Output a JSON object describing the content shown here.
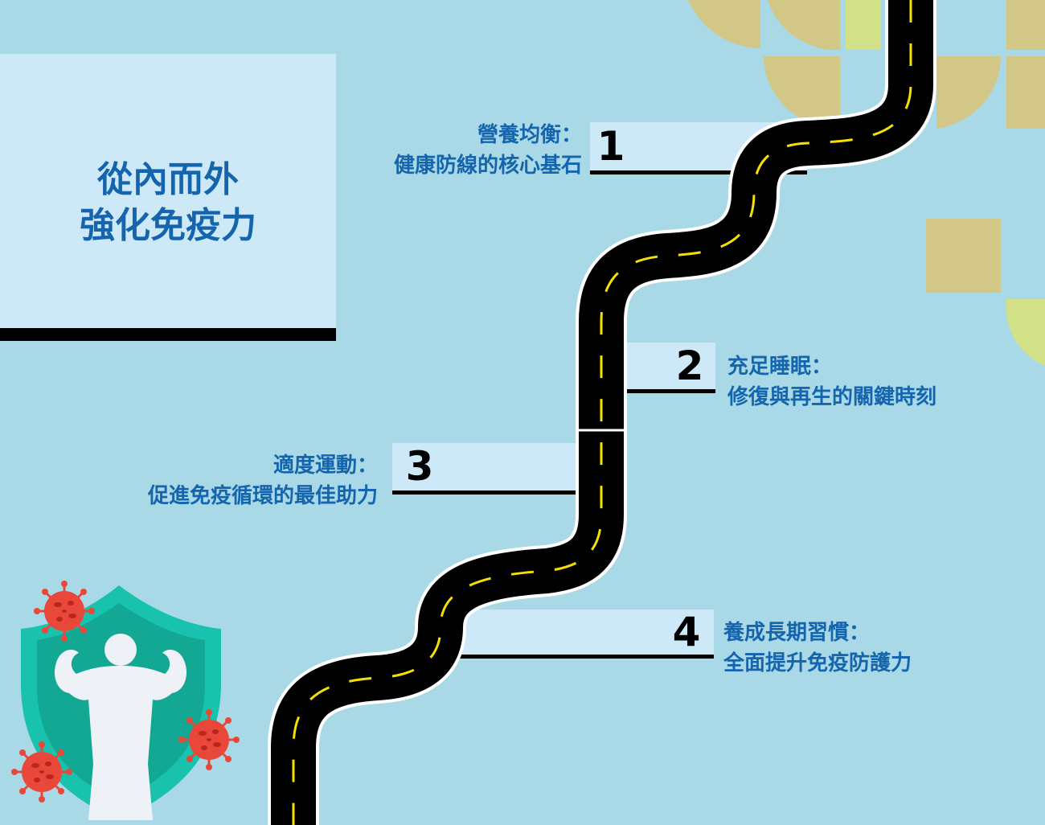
{
  "title": {
    "line1": "從內而外",
    "line2": "強化免疫力"
  },
  "steps": [
    {
      "number": "1",
      "heading": "營養均衡：",
      "subtitle": "健康防線的核心基石"
    },
    {
      "number": "2",
      "heading": "充足睡眠：",
      "subtitle": "修復與再生的關鍵時刻"
    },
    {
      "number": "3",
      "heading": "適度運動：",
      "subtitle": "促進免疫循環的最佳助力"
    },
    {
      "number": "4",
      "heading": "養成長期習慣：",
      "subtitle": "全面提升免疫防護力"
    }
  ],
  "colors": {
    "background": "#a9d9e6",
    "title_text": "#1565ae",
    "label_box": "#cde8f7",
    "road": "#000000",
    "road_dash": "#f5e000",
    "shield": "#19c2ad",
    "virus": "#e8473a",
    "deco_tan": "#d3c788",
    "deco_green": "#d2e088"
  },
  "icons": [
    "shield-icon",
    "strong-person-icon",
    "virus-icon",
    "road-icon"
  ]
}
